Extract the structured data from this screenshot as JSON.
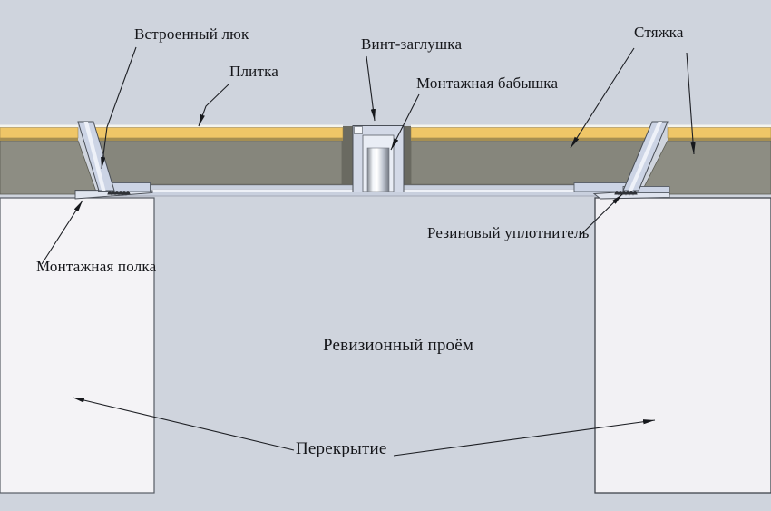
{
  "diagram": {
    "labels": {
      "built_in_hatch": "Встроенный люк",
      "tile": "Плитка",
      "screw_plug": "Винт-заглушка",
      "mounting_boss": "Монтажная бабышка",
      "screed": "Стяжка",
      "rubber_seal": "Резиновый уплотнитель",
      "mounting_shelf": "Монтажная полка",
      "inspection_opening": "Ревизионный проём",
      "floor_slab": "Перекрытие"
    },
    "colors": {
      "background": "#cfd4dd",
      "tile_yellow": "#efc667",
      "screed_gray": "#8d8d83",
      "aluminum_profile": "#ccd4e5",
      "concrete_slab": "#f4f3f6",
      "rubber_seal_dark": "#2e3136",
      "leader_line": "#1d1f24"
    }
  }
}
